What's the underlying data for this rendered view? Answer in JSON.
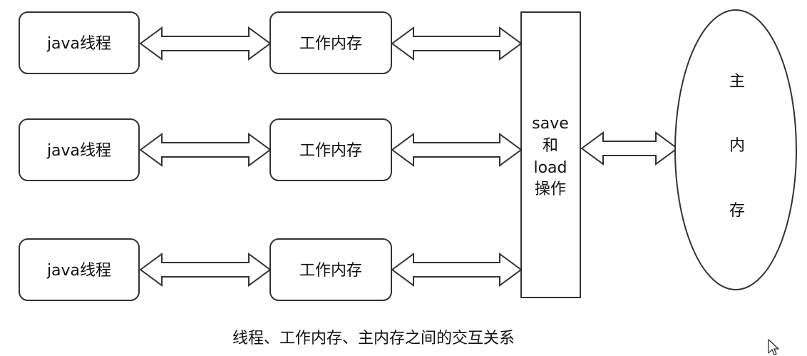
{
  "diagram": {
    "threads": [
      {
        "thread_label": "java线程",
        "memory_label": "工作内存"
      },
      {
        "thread_label": "java线程",
        "memory_label": "工作内存"
      },
      {
        "thread_label": "java线程",
        "memory_label": "工作内存"
      }
    ],
    "operation_lines": [
      "save",
      "和",
      "load",
      "操作"
    ],
    "main_memory_lines": [
      "主",
      "内",
      "存"
    ],
    "caption": "线程、工作内存、主内存之间的交互关系"
  },
  "colors": {
    "stroke": "#333333",
    "text": "#111111",
    "background": "#ffffff"
  }
}
